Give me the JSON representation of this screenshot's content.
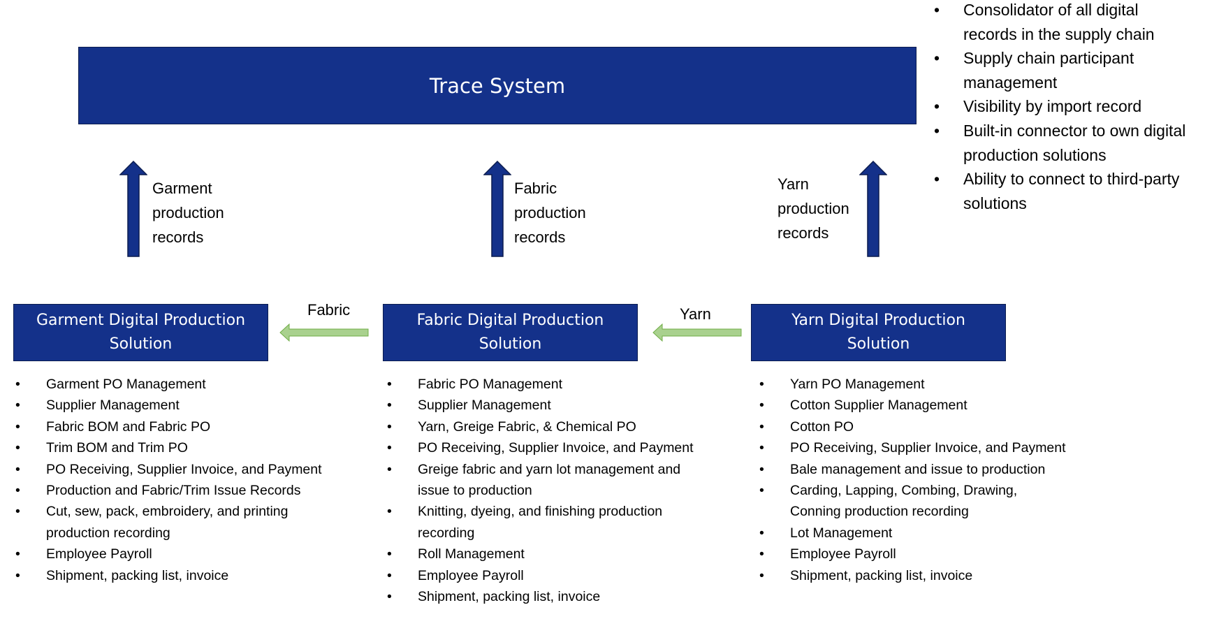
{
  "trace_system": {
    "title": "Trace System"
  },
  "trace_features": [
    "Consolidator of all digital records in the supply chain",
    "Supply chain participant management",
    "Visibility by import record",
    "Built-in connector to own digital production solutions",
    "Ability to connect to third-party solutions"
  ],
  "up_arrows": [
    {
      "label_lines": [
        "Garment",
        "production",
        "records"
      ]
    },
    {
      "label_lines": [
        "Fabric",
        "production",
        "records"
      ]
    },
    {
      "label_lines": [
        "Yarn",
        "production",
        "records"
      ]
    }
  ],
  "flow_arrows": {
    "fabric": "Fabric",
    "yarn": "Yarn"
  },
  "solutions": [
    {
      "title_lines": [
        "Garment Digital Production",
        "Solution"
      ],
      "items": [
        "Garment PO Management",
        "Supplier Management",
        "Fabric BOM and Fabric PO",
        "Trim BOM and Trim PO",
        "PO Receiving, Supplier Invoice, and Payment",
        "Production and Fabric/Trim Issue Records",
        "Cut, sew, pack, embroidery, and printing production recording",
        "Employee Payroll",
        "Shipment, packing list, invoice"
      ]
    },
    {
      "title_lines": [
        "Fabric Digital Production",
        "Solution"
      ],
      "items": [
        "Fabric PO Management",
        "Supplier Management",
        "Yarn, Greige Fabric, & Chemical PO",
        "PO Receiving, Supplier Invoice, and Payment",
        "Greige fabric and yarn lot management and issue to production",
        "Knitting, dyeing, and finishing production recording",
        "Roll Management",
        "Employee Payroll",
        "Shipment, packing list, invoice"
      ]
    },
    {
      "title_lines": [
        "Yarn Digital Production",
        "Solution"
      ],
      "items": [
        "Yarn PO Management",
        "Cotton Supplier Management",
        "Cotton PO",
        "PO Receiving, Supplier Invoice, and Payment",
        "Bale management and issue to production",
        "Carding, Lapping, Combing, Drawing, Conning production recording",
        "Lot Management",
        "Employee Payroll",
        "Shipment, packing list, invoice"
      ]
    }
  ],
  "colors": {
    "box": "#14318a",
    "arrow_up": "#14318a",
    "arrow_flow": "#a9d18e"
  }
}
